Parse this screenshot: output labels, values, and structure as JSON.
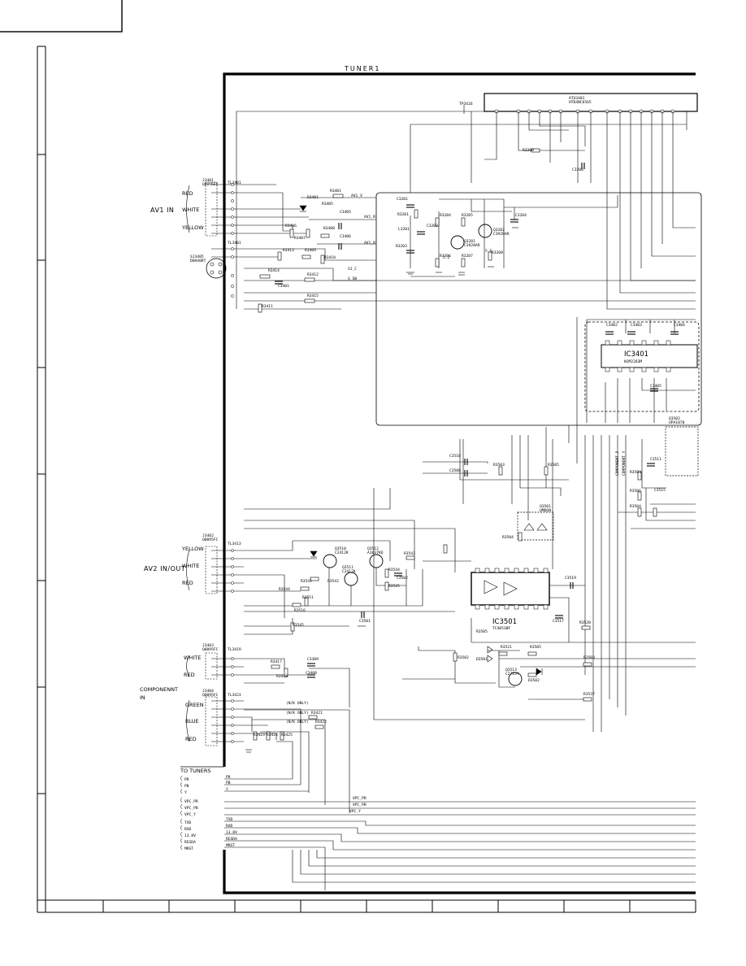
{
  "title_block": {
    "tab": ""
  },
  "header": {
    "title": "TUNER1"
  },
  "inputs": {
    "av1": {
      "label": "AV1  IN",
      "jack": [
        "J3401",
        "Q0095FC"
      ],
      "channels": [
        "RED",
        "WHITE",
        "YELLOW"
      ],
      "svideo_jack": [
        "SJ3405",
        "DOH40RT"
      ]
    },
    "av2": {
      "label": "AV2  IN/OUT",
      "jack": [
        "J3402",
        "Q0095FC"
      ],
      "channels": [
        "YELLOW",
        "WHITE",
        "RED"
      ]
    },
    "audio_component": {
      "jack": [
        "J3403",
        "Q0095FC"
      ],
      "channels": [
        "WHITE",
        "RED"
      ]
    },
    "component": {
      "label_line1": "COMPONENNT",
      "label_line2": "IN",
      "jack": [
        "J3404",
        "Q0095FC"
      ],
      "channels": [
        "GREEN",
        "BLUE",
        "RED"
      ]
    }
  },
  "to_tuners": {
    "label": "TO  TUNERS",
    "pins": [
      "PR",
      "PB",
      "Y",
      "VPC_PR",
      "VPC_PB",
      "VPC_Y",
      "TXD",
      "RXD",
      "13.8V",
      "RESDA",
      "MRST"
    ],
    "wire_labels": [
      "PR",
      "PB",
      "Y",
      "",
      "",
      "",
      "TXD",
      "RXD",
      "13.8V",
      "RESDA",
      "MRST"
    ]
  },
  "ics": [
    {
      "ref": "IC3401",
      "part": "NJM2283M"
    },
    {
      "ref": "IC3501",
      "part": "TC4053BF"
    }
  ],
  "module": {
    "ref": "ATU3401",
    "part": "HTD4NC6565"
  },
  "transistors": [
    {
      "ref": "Q3201",
      "part": "C3928AR"
    },
    {
      "ref": "Q3202",
      "part": "C3928AR"
    },
    {
      "ref": "Q3501",
      "part": "UMD6N"
    },
    {
      "ref": "Q3502",
      "part": "UPA1870"
    },
    {
      "ref": "Q3510",
      "part": "C2412K"
    },
    {
      "ref": "Q3511",
      "part": "C2412K"
    },
    {
      "ref": "Q3512",
      "part": "A1037KQ"
    },
    {
      "ref": "Q3513",
      "part": "C2713Y"
    }
  ],
  "notes": [
    {
      "id": "n1",
      "text": "(N/K  ONLY)"
    },
    {
      "id": "n2",
      "text": "(N/K  ONLY)"
    },
    {
      "id": "n3",
      "text": "(N/K  ONLY)"
    }
  ],
  "misc_labels": {
    "tp": "TP3426",
    "l3201": "L3201",
    "q_labels": [
      "2.2",
      "5.6"
    ],
    "bus_av1_y": "AV1_V",
    "bus_av1_c": "AV1_R",
    "bus_s_c": "S1_C",
    "bus_ssw": "S_SW",
    "vpc_pr": "VPC_PR",
    "vpc_pb": "VPC_PB",
    "vpc_y": "VPC_Y",
    "comp_pb": "COMPONENT_P",
    "comp_y": "COMPONENT_Y"
  },
  "colors": {
    "ink": "#000000",
    "paper": "#ffffff"
  }
}
